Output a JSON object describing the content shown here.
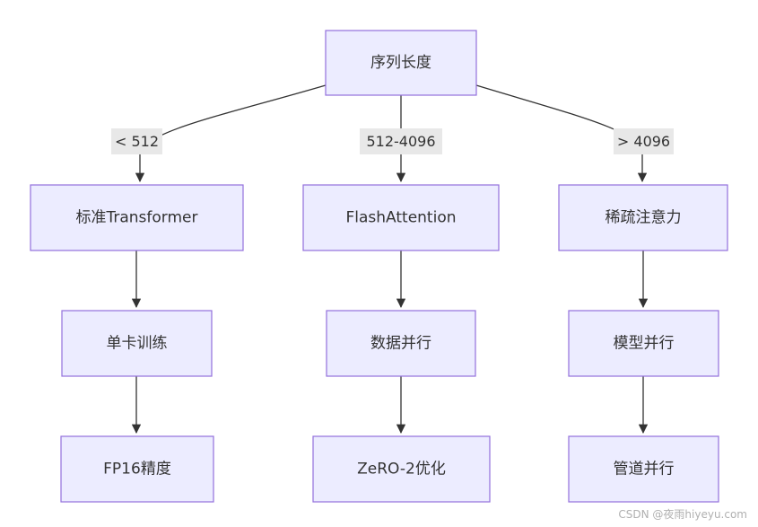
{
  "root": {
    "label": "序列长度"
  },
  "branches": [
    {
      "condition": "< 512",
      "nodes": [
        "标准Transformer",
        "单卡训练",
        "FP16精度"
      ]
    },
    {
      "condition": "512-4096",
      "nodes": [
        "FlashAttention",
        "数据并行",
        "ZeRO-2优化"
      ]
    },
    {
      "condition": "> 4096",
      "nodes": [
        "稀疏注意力",
        "模型并行",
        "管道并行"
      ]
    }
  ],
  "watermark": "CSDN @夜雨hiyeyu.com",
  "colors": {
    "node_fill": "#ececff",
    "node_stroke": "#9370db",
    "edge": "#333333",
    "label_bg": "#e8e8e8"
  }
}
